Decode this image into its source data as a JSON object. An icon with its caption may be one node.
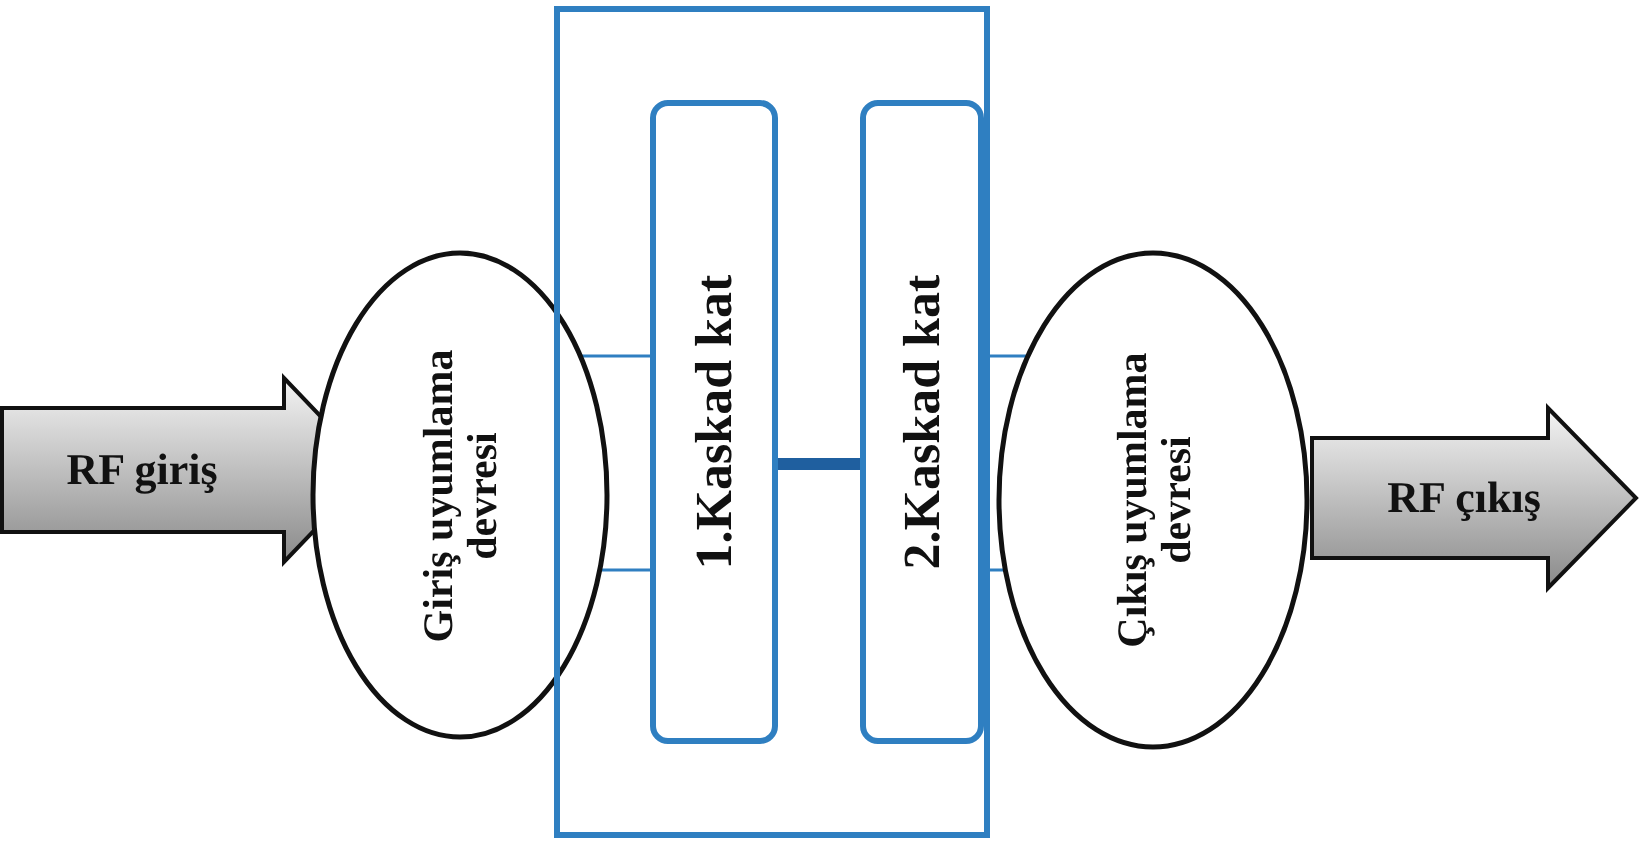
{
  "diagram": {
    "nodes": [
      {
        "text": [
          "RF giriş"
        ]
      },
      {
        "text": [
          "Giriş uyumlama devresi"
        ]
      },
      {
        "text": [],
        "shape": "box"
      },
      {
        "text": [
          "1.Kaskad kat"
        ],
        "in": 2
      },
      {
        "text": [
          "2.Kaskad kat"
        ],
        "in": 2
      },
      {
        "text": [
          "Çıkış uyumlama devresi"
        ]
      },
      {
        "text": [
          "RF çıkış"
        ]
      }
    ],
    "edges": [
      {
        "from": 1,
        "to": 3,
        "arrow": "none"
      },
      {
        "from": 1,
        "to": 3,
        "arrow": "none"
      },
      {
        "from": 3,
        "to": 4,
        "arrow": "none",
        "style": "thick",
        "color": "#1f5f9f"
      },
      {
        "from": 4,
        "to": 5,
        "arrow": "none"
      },
      {
        "from": 4,
        "to": 5,
        "arrow": "none"
      }
    ]
  }
}
